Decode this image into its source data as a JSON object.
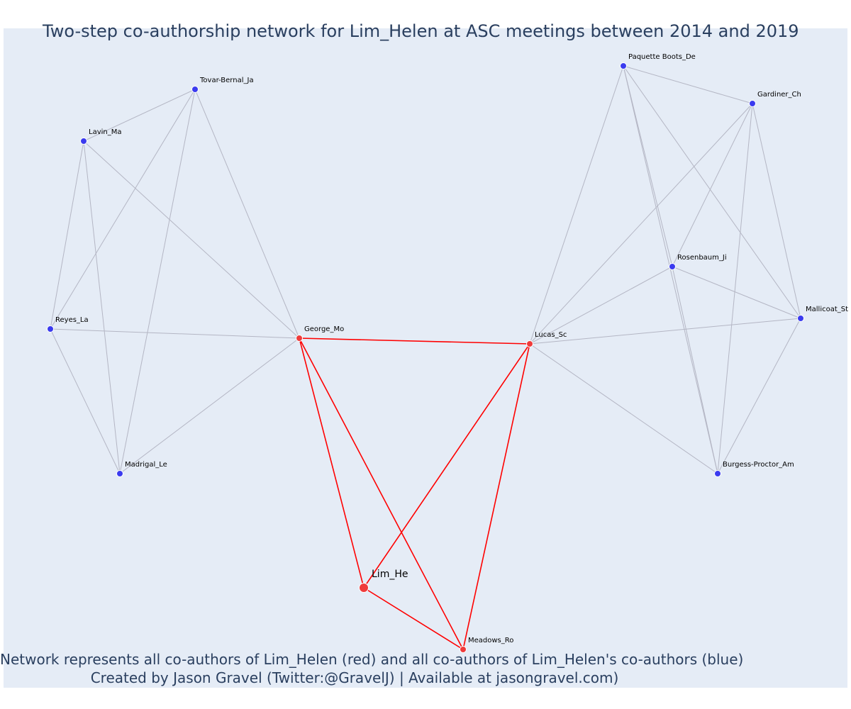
{
  "title": "Two-step co-authorship network for Lim_Helen at ASC meetings between 2014 and 2019",
  "caption": {
    "line1": "Network represents all co-authors of Lim_Helen (red) and all co-authors of Lim_Helen's co-authors (blue)",
    "line2": "Created by Jason Gravel (Twitter:@GravelJ) | Available at jasongravel.com)"
  },
  "colors": {
    "focal": "#ef3b3b",
    "coauthor": "#ef3b3b",
    "second_degree": "#3b3bef",
    "red_edge": "#ff0000",
    "gray_edge": "#b4b6c4",
    "background": "#e5ecf6"
  },
  "nodes": [
    {
      "id": "Lim_He",
      "group": "focal"
    },
    {
      "id": "George_Mo",
      "group": "coauthor"
    },
    {
      "id": "Lucas_Sc",
      "group": "coauthor"
    },
    {
      "id": "Meadows_Ro",
      "group": "coauthor"
    },
    {
      "id": "Tovar-Bernal_Ja",
      "group": "second_degree"
    },
    {
      "id": "Lavin_Ma",
      "group": "second_degree"
    },
    {
      "id": "Reyes_La",
      "group": "second_degree"
    },
    {
      "id": "Madrigal_Le",
      "group": "second_degree"
    },
    {
      "id": "Paquette Boots_De",
      "group": "second_degree"
    },
    {
      "id": "Gardiner_Ch",
      "group": "second_degree"
    },
    {
      "id": "Rosenbaum_Ji",
      "group": "second_degree"
    },
    {
      "id": "Mallicoat_St",
      "group": "second_degree"
    },
    {
      "id": "Burgess-Proctor_Am",
      "group": "second_degree"
    }
  ],
  "edges": [
    [
      "Lim_He",
      "George_Mo",
      "red"
    ],
    [
      "Lim_He",
      "Lucas_Sc",
      "red"
    ],
    [
      "Lim_He",
      "Meadows_Ro",
      "red"
    ],
    [
      "George_Mo",
      "Lucas_Sc",
      "red"
    ],
    [
      "George_Mo",
      "Meadows_Ro",
      "red"
    ],
    [
      "Lucas_Sc",
      "Meadows_Ro",
      "red"
    ],
    [
      "George_Mo",
      "Tovar-Bernal_Ja",
      "gray"
    ],
    [
      "George_Mo",
      "Lavin_Ma",
      "gray"
    ],
    [
      "George_Mo",
      "Reyes_La",
      "gray"
    ],
    [
      "George_Mo",
      "Madrigal_Le",
      "gray"
    ],
    [
      "Tovar-Bernal_Ja",
      "Lavin_Ma",
      "gray"
    ],
    [
      "Tovar-Bernal_Ja",
      "Reyes_La",
      "gray"
    ],
    [
      "Tovar-Bernal_Ja",
      "Madrigal_Le",
      "gray"
    ],
    [
      "Lavin_Ma",
      "Reyes_La",
      "gray"
    ],
    [
      "Lavin_Ma",
      "Madrigal_Le",
      "gray"
    ],
    [
      "Reyes_La",
      "Madrigal_Le",
      "gray"
    ],
    [
      "Lucas_Sc",
      "Paquette Boots_De",
      "gray"
    ],
    [
      "Lucas_Sc",
      "Gardiner_Ch",
      "gray"
    ],
    [
      "Lucas_Sc",
      "Rosenbaum_Ji",
      "gray"
    ],
    [
      "Lucas_Sc",
      "Mallicoat_St",
      "gray"
    ],
    [
      "Lucas_Sc",
      "Burgess-Proctor_Am",
      "gray"
    ],
    [
      "Paquette Boots_De",
      "Gardiner_Ch",
      "gray"
    ],
    [
      "Paquette Boots_De",
      "Rosenbaum_Ji",
      "gray"
    ],
    [
      "Paquette Boots_De",
      "Mallicoat_St",
      "gray"
    ],
    [
      "Paquette Boots_De",
      "Burgess-Proctor_Am",
      "gray"
    ],
    [
      "Gardiner_Ch",
      "Rosenbaum_Ji",
      "gray"
    ],
    [
      "Gardiner_Ch",
      "Mallicoat_St",
      "gray"
    ],
    [
      "Gardiner_Ch",
      "Burgess-Proctor_Am",
      "gray"
    ],
    [
      "Rosenbaum_Ji",
      "Mallicoat_St",
      "gray"
    ],
    [
      "Rosenbaum_Ji",
      "Burgess-Proctor_Am",
      "gray"
    ],
    [
      "Mallicoat_St",
      "Burgess-Proctor_Am",
      "gray"
    ]
  ]
}
